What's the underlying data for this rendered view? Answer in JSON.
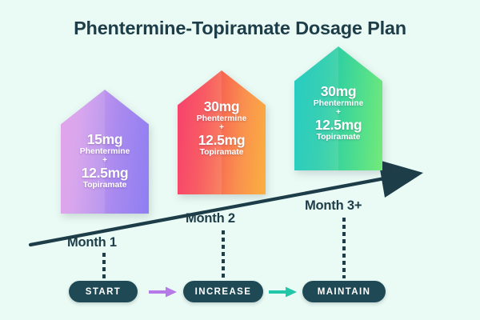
{
  "page": {
    "title": "Phentermine-Topiramate Dosage Plan",
    "background_color": "#eafaf4",
    "ink_color": "#1d3d49"
  },
  "chart_data": {
    "type": "bar",
    "title": "Phentermine-Topiramate Dosage Plan",
    "xlabel": "",
    "ylabel": "",
    "categories": [
      "Month 1",
      "Month 2",
      "Month 3+"
    ],
    "series": [
      {
        "name": "Phentermine (mg)",
        "values": [
          15,
          30,
          30
        ]
      },
      {
        "name": "Topiramate (mg)",
        "values": [
          12.5,
          12.5,
          12.5
        ]
      }
    ],
    "grid": false,
    "legend": "none",
    "annotations": [
      "START",
      "INCREASE",
      "MAINTAIN"
    ],
    "trend": "increasing"
  },
  "bars": [
    {
      "dose_primary": "15mg",
      "drug_primary": "Phentermine",
      "plus": "+",
      "dose_secondary": "12.5mg",
      "drug_secondary": "Topiramate",
      "gradient_start": "#e09ae8",
      "gradient_end": "#8f7ef2",
      "month": "Month 1"
    },
    {
      "dose_primary": "30mg",
      "drug_primary": "Phentermine",
      "plus": "+",
      "dose_secondary": "12.5mg",
      "drug_secondary": "Topiramate",
      "gradient_start": "#f62a5e",
      "gradient_end": "#fbb03f",
      "month": "Month 2"
    },
    {
      "dose_primary": "30mg",
      "drug_primary": "Phentermine",
      "plus": "+",
      "dose_secondary": "12.5mg",
      "drug_secondary": "Topiramate",
      "gradient_start": "#0ec7bd",
      "gradient_end": "#74ea79",
      "month": "Month 3+"
    }
  ],
  "steps": [
    {
      "label": "START"
    },
    {
      "label": "INCREASE"
    },
    {
      "label": "MAINTAIN"
    }
  ],
  "flow_arrows": [
    {
      "color": "#b57ae8"
    },
    {
      "color": "#22c6a8"
    }
  ]
}
